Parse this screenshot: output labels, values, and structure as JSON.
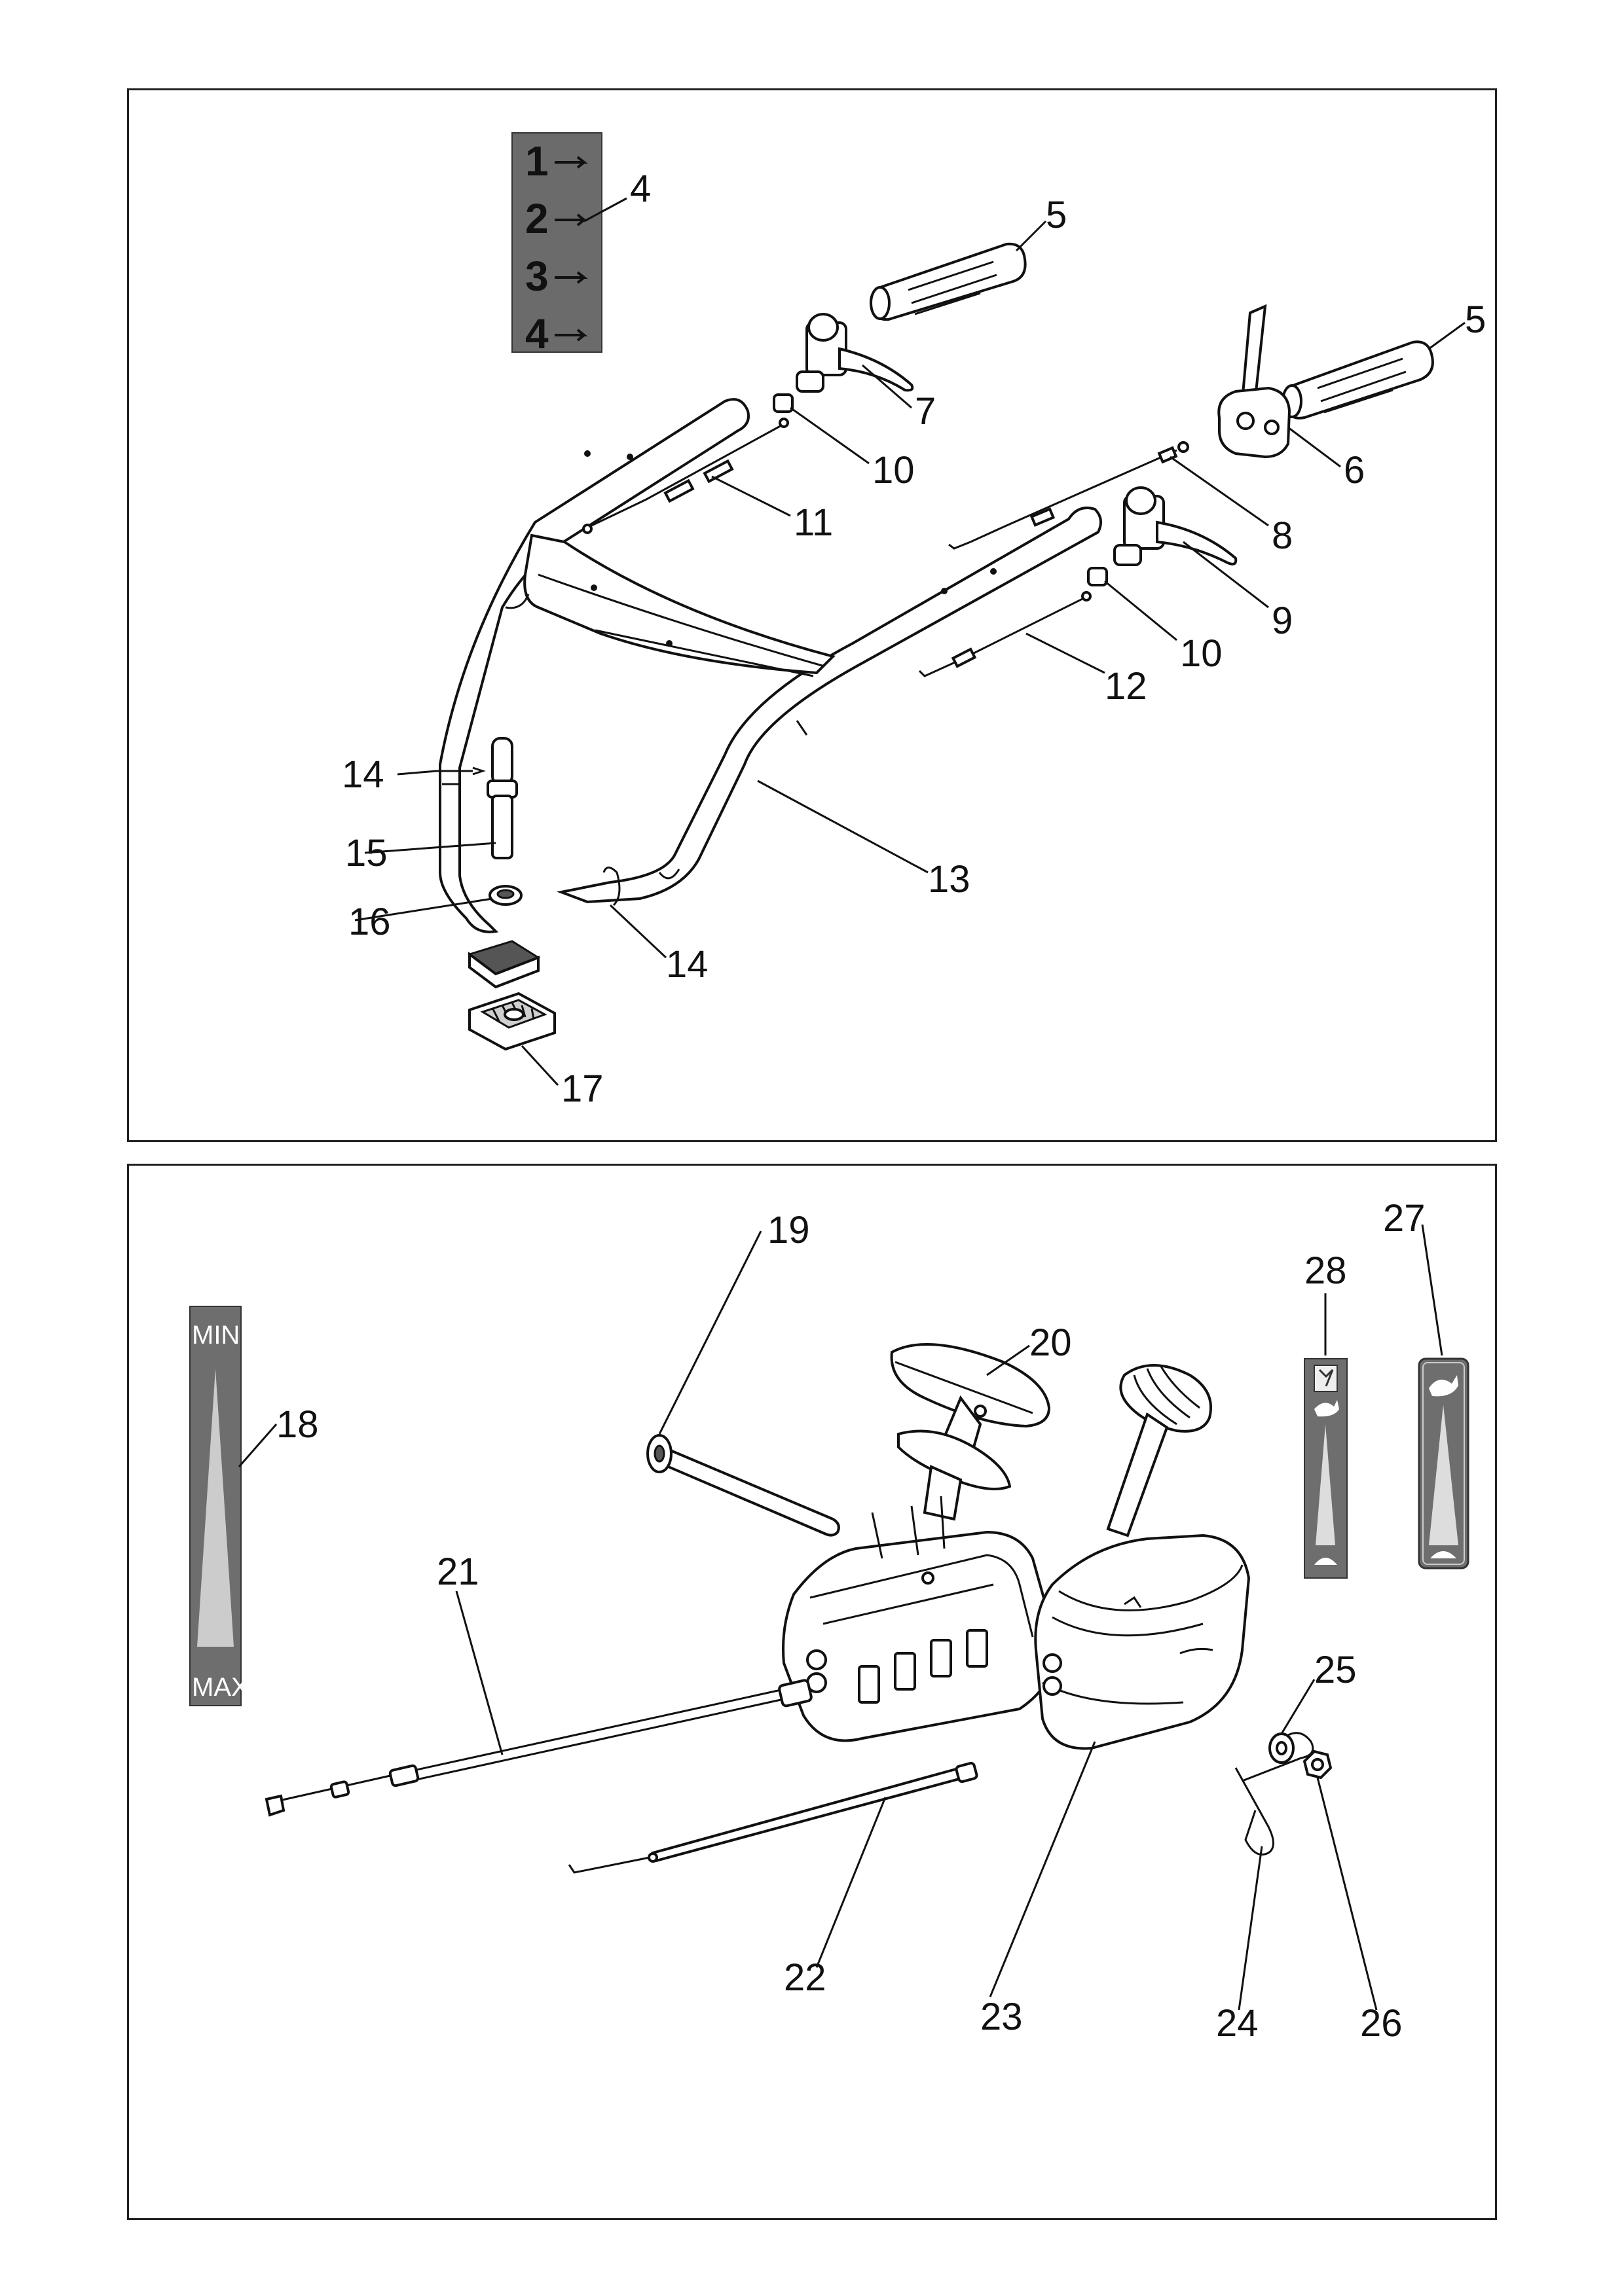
{
  "top_panel": {
    "gear_decal": {
      "numbers": [
        "1",
        "2",
        "3",
        "4"
      ],
      "arrow": "→"
    },
    "callouts": {
      "c4": "4",
      "c5a": "5",
      "c5b": "5",
      "c6": "6",
      "c7": "7",
      "c8": "8",
      "c9": "9",
      "c10a": "10",
      "c10b": "10",
      "c11": "11",
      "c12": "12",
      "c13": "13",
      "c14a": "14",
      "c14b": "14",
      "c15": "15",
      "c16": "16",
      "c17": "17"
    }
  },
  "bottom_panel": {
    "throttle_decal": {
      "min_label": "MIN",
      "max_label": "MAX"
    },
    "callouts": {
      "c18": "18",
      "c19": "19",
      "c20": "20",
      "c21": "21",
      "c22": "22",
      "c23": "23",
      "c24": "24",
      "c25": "25",
      "c26": "26",
      "c27": "27",
      "c28": "28"
    }
  },
  "colors": {
    "line": "#111111",
    "decal_bg": "#666666",
    "decal_fill": "#cccccc"
  },
  "icons": [
    "rabbit-icon",
    "turtle-icon"
  ]
}
